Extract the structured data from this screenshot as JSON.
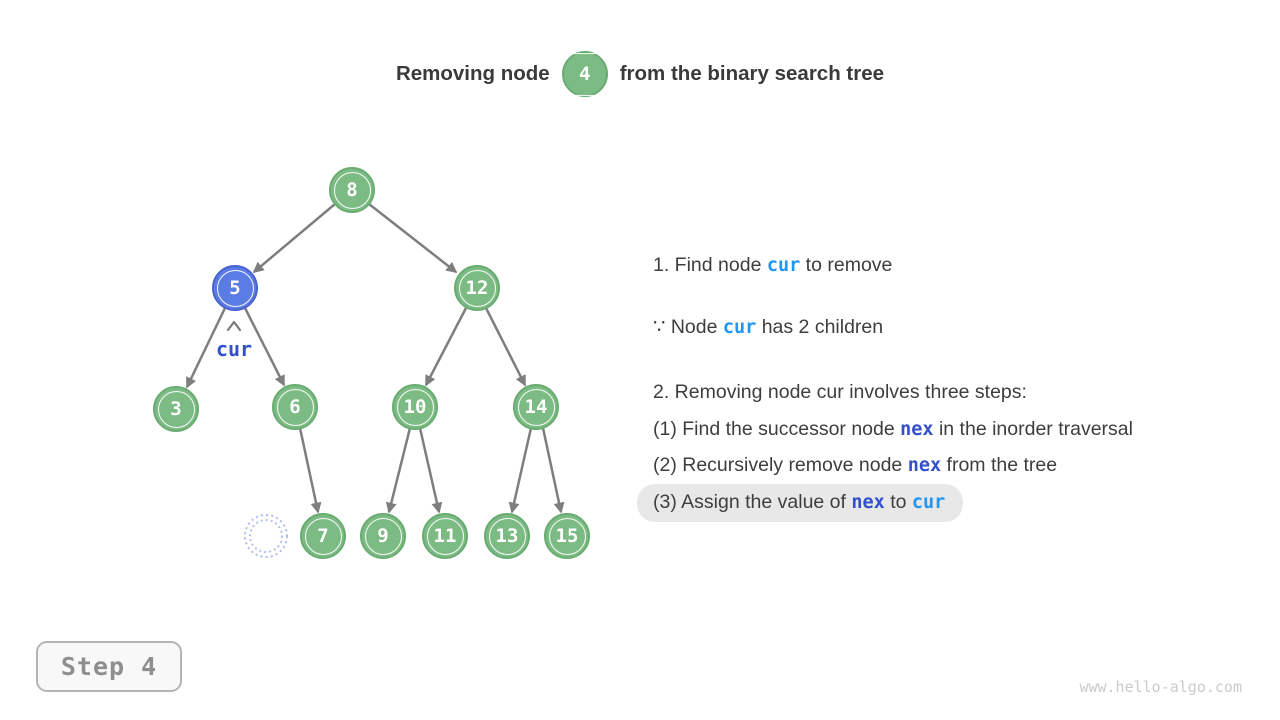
{
  "title": {
    "pre": "Removing node",
    "node_value": "4",
    "post": "from the binary search tree"
  },
  "tree": {
    "nodes": [
      "8",
      "5",
      "12",
      "3",
      "6",
      "10",
      "14",
      "7",
      "9",
      "11",
      "13",
      "15"
    ],
    "highlighted_node": "5",
    "removed_slot": "empty-dotted-circle",
    "cur_label": "cur"
  },
  "notes": {
    "line1": {
      "pre": "1. Find node ",
      "kw": "cur",
      "post": " to remove"
    },
    "line2": {
      "pre": "∵ Node ",
      "kw": "cur",
      "post": " has 2 children"
    },
    "line3": "2. Removing node cur involves three steps:",
    "line4": {
      "pre": "(1) Find the successor node ",
      "kw": "nex",
      "post": " in the inorder traversal"
    },
    "line5": {
      "pre": "(2) Recursively remove node ",
      "kw": "nex",
      "post": " from the tree"
    },
    "line6": {
      "pre": "(3) Assign the value of ",
      "kw1": "nex",
      "mid": " to ",
      "kw2": "cur"
    }
  },
  "step_badge": "Step 4",
  "watermark": "www.hello-algo.com",
  "colors": {
    "node_green": "#7dbb84",
    "node_green_border": "#6aad72",
    "node_blue": "#5b7ce4",
    "node_blue_border": "#4a63d0",
    "kw_cur": "#2196f3",
    "kw_nex": "#3350cc",
    "edge_gray": "#7e7e7e",
    "highlight_pill_bg": "#e8e8e8",
    "dotted_circle": "#b3bfee",
    "step_text": "#8e8e8e",
    "watermark_gray": "#cbcbcb"
  }
}
